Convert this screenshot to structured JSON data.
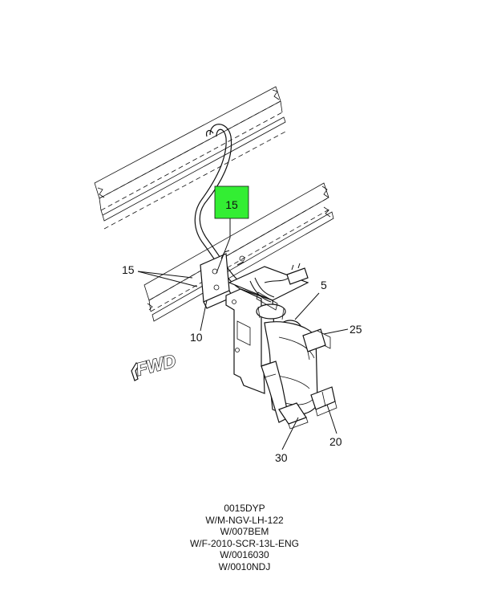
{
  "callouts": {
    "highlighted_15": "15",
    "left_15": "15",
    "c10": "10",
    "c5": "5",
    "c25": "25",
    "c20": "20",
    "c30": "30"
  },
  "direction_label": "FWD",
  "highlight_color": "#33ee33",
  "codes": [
    "0015DYP",
    "W/M-NGV-LH-122",
    "W/007BEM",
    "W/F-2010-SCR-13L-ENG",
    "W/0016030",
    "W/0010NDJ"
  ]
}
